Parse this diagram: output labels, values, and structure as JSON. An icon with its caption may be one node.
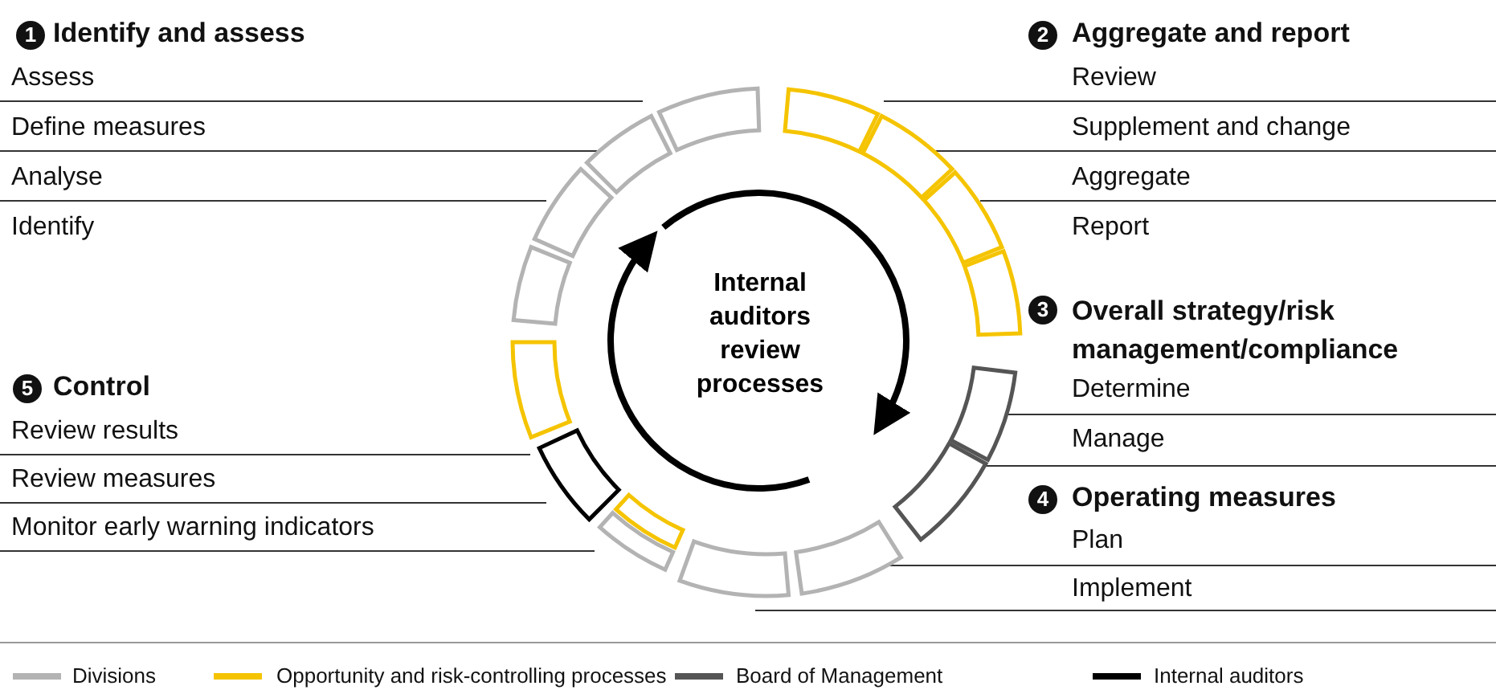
{
  "diagram": {
    "labels": [
      "1",
      "Identify and assess",
      "Assess",
      "Define measures",
      "Analyse",
      "Identify",
      "2",
      "Aggregate and report",
      "Review",
      "Supplement and change",
      "Aggregate",
      "Report",
      "Internal auditors review processes",
      "3",
      "Overall strategy/risk management/compliance",
      "Determine",
      "Manage",
      "5",
      "Control",
      "Review results",
      "Review measures",
      "Monitor early warning indicators",
      "4",
      "Operating measures",
      "Plan",
      "Implement"
    ],
    "legend": [
      {
        "text": "Divisions",
        "color": "#b3b3b3"
      },
      {
        "text": "Opportunity and risk-controlling processes",
        "color": "#f5c400"
      },
      {
        "text": "Board of Management",
        "color": "#555555"
      },
      {
        "text": "Internal auditors",
        "color": "#000000"
      }
    ]
  }
}
